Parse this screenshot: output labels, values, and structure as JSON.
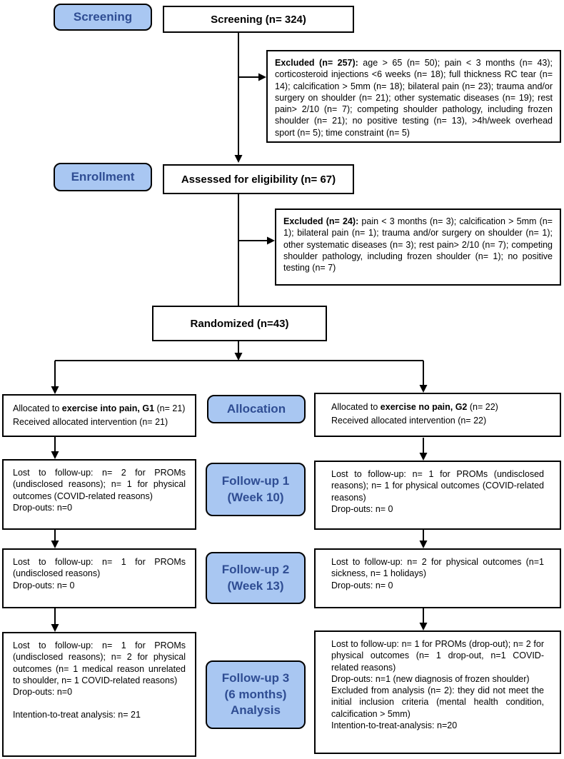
{
  "colors": {
    "label_fill": "#A9C7F2",
    "label_text": "#2F4D93",
    "box_border": "#000000",
    "box_fill": "#FFFFFF",
    "connector": "#000000"
  },
  "stage_labels": {
    "screening": "Screening",
    "enrollment": "Enrollment",
    "allocation": "Allocation",
    "followup1": [
      "Follow-up 1",
      "(Week 10)"
    ],
    "followup2": [
      "Follow-up 2",
      "(Week 13)"
    ],
    "followup3": [
      "Follow-up 3",
      "(6 months)",
      "Analysis"
    ]
  },
  "boxes": {
    "screening_title": "Screening (n= 324)",
    "excluded1": {
      "bold": "Excluded (n= 257):",
      "text": " age > 65 (n= 50); pain < 3 months (n= 43); corticosteroid injections <6 weeks (n= 18); full thickness RC tear (n= 14); calcification > 5mm (n= 18); bilateral pain (n= 23); trauma and/or surgery on shoulder (n= 21); other systematic diseases (n= 19); rest pain> 2/10 (n= 7); competing shoulder pathology, including frozen shoulder (n= 21); no positive testing (n= 13), >4h/week overhead sport (n= 5); time constraint (n= 5)"
    },
    "assessed_title": "Assessed for eligibility (n= 67)",
    "excluded2": {
      "bold": "Excluded (n= 24):",
      "text": " pain < 3 months (n= 3); calcification > 5mm (n= 1); bilateral pain (n= 1); trauma and/or surgery on shoulder (n= 1); other systematic diseases (n= 3); rest pain> 2/10 (n= 7); competing shoulder pathology, including frozen shoulder (n= 1); no positive testing (n= 7)"
    },
    "randomized_title": "Randomized (n=43)",
    "alloc_left": {
      "line1_prefix": "Allocated to ",
      "line1_bold": "exercise into pain, G1",
      "line1_suffix": " (n= 21)",
      "line2": "Received allocated intervention (n= 21)"
    },
    "alloc_right": {
      "line1_prefix": "Allocated to ",
      "line1_bold": "exercise no pain, G2",
      "line1_suffix": " (n= 22)",
      "line2": "Received allocated intervention (n= 22)"
    },
    "fu1_left": {
      "para1": "Lost to follow-up: n= 2 for PROMs (undisclosed reasons); n= 1 for physical outcomes (COVID-related reasons)",
      "para2": "Drop-outs: n=0"
    },
    "fu1_right": {
      "para1": "Lost to follow-up: n= 1 for PROMs (undisclosed reasons); n= 1 for physical outcomes (COVID-related reasons)",
      "para2": "Drop-outs: n= 0"
    },
    "fu2_left": {
      "para1": "Lost to follow-up: n= 1 for PROMs (undisclosed reasons)",
      "para2": "Drop-outs: n= 0"
    },
    "fu2_right": {
      "para1": "Lost to follow-up: n= 2 for physical outcomes (n=1 sickness, n= 1 holidays)",
      "para2": "Drop-outs: n= 0"
    },
    "fu3_left": {
      "para1": "Lost to follow-up: n= 1 for PROMs (undisclosed reasons); n= 2 for physical outcomes (n= 1 medical reason unrelated to shoulder, n= 1 COVID-related reasons)",
      "para2": "Drop-outs: n=0",
      "para3": "Intention-to-treat analysis: n= 21"
    },
    "fu3_right": {
      "para1": "Lost to follow-up: n= 1 for PROMs (drop-out); n= 2 for physical outcomes (n= 1 drop-out, n=1 COVID-related reasons)",
      "para2": "Drop-outs: n=1 (new diagnosis of frozen shoulder)",
      "para3": "Excluded from analysis (n= 2): they did not meet the initial inclusion criteria (mental health condition, calcification > 5mm)",
      "para4": "Intention-to-treat-analysis: n=20"
    }
  }
}
